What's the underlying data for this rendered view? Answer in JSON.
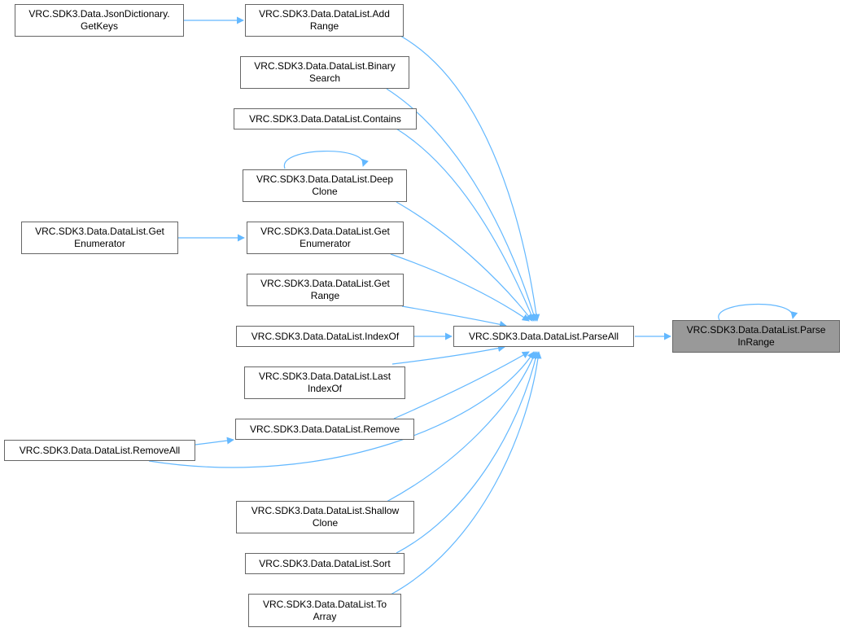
{
  "colors": {
    "edge": "#63b8ff",
    "node_border": "#666666",
    "focus_fill": "#999999",
    "background": "#ffffff"
  },
  "nodes": {
    "get_keys": "VRC.SDK3.Data.JsonDictionary.\nGetKeys",
    "add_range": "VRC.SDK3.Data.DataList.Add\nRange",
    "binary_search": "VRC.SDK3.Data.DataList.Binary\nSearch",
    "contains": "VRC.SDK3.Data.DataList.Contains",
    "deep_clone": "VRC.SDK3.Data.DataList.Deep\nClone",
    "get_enumerator_outer": "VRC.SDK3.Data.DataList.Get\nEnumerator",
    "get_enumerator": "VRC.SDK3.Data.DataList.Get\nEnumerator",
    "get_range": "VRC.SDK3.Data.DataList.Get\nRange",
    "index_of": "VRC.SDK3.Data.DataList.IndexOf",
    "parse_all": "VRC.SDK3.Data.DataList.ParseAll",
    "parse_in_range": "VRC.SDK3.Data.DataList.Parse\nInRange",
    "last_index_of": "VRC.SDK3.Data.DataList.Last\nIndexOf",
    "remove": "VRC.SDK3.Data.DataList.Remove",
    "remove_all": "VRC.SDK3.Data.DataList.RemoveAll",
    "shallow_clone": "VRC.SDK3.Data.DataList.Shallow\nClone",
    "sort": "VRC.SDK3.Data.DataList.Sort",
    "to_array": "VRC.SDK3.Data.DataList.To\nArray"
  }
}
